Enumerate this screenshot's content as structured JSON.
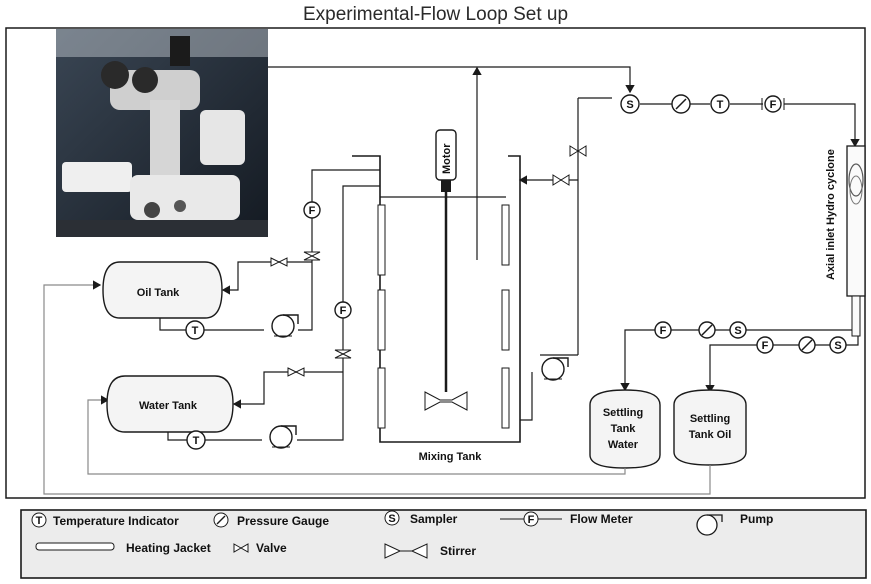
{
  "title": "Experimental-Flow Loop Set up",
  "equipment": {
    "oil_tank": "Oil Tank",
    "water_tank": "Water Tank",
    "motor": "Motor",
    "mixing_tank": "Mixing Tank",
    "settling_tank_water": [
      "Settling",
      "Tank",
      "Water"
    ],
    "settling_tank_oil": [
      "Settling",
      "Tank Oil"
    ],
    "hydrocyclone": "Axial inlet Hydro cyclone"
  },
  "symbols": {
    "temperature": "T",
    "sampler": "S",
    "flow_meter": "F"
  },
  "legend": {
    "temperature_indicator": "Temperature Indicator",
    "pressure_gauge": "Pressure Gauge",
    "sampler": "Sampler",
    "flow_meter": "Flow Meter",
    "pump": "Pump",
    "heating_jacket": "Heating Jacket",
    "valve": "Valve",
    "stirrer": "Stirrer"
  },
  "colors": {
    "line": "#1a1a1a",
    "tank_fill": "#f4f4f4",
    "legend_bg": "#ececec"
  }
}
